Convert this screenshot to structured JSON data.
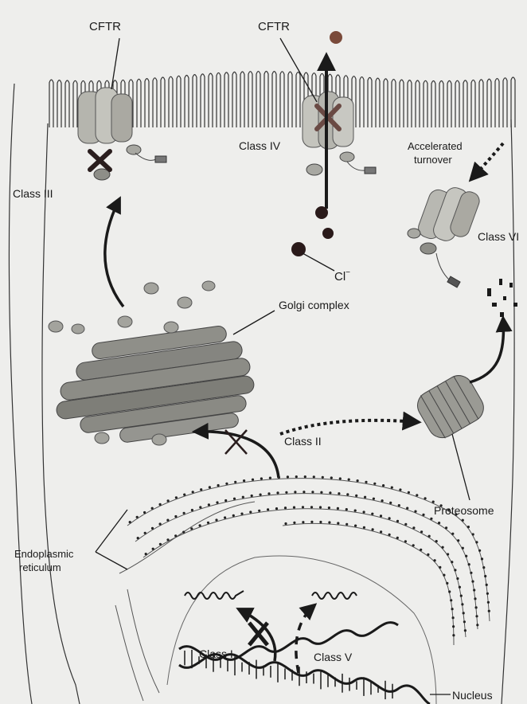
{
  "labels": {
    "cftr_left": "CFTR",
    "cftr_center": "CFTR",
    "class_iii": "Class III",
    "class_iv": "Class IV",
    "accelerated_turnover_1": "Accelerated",
    "accelerated_turnover_2": "turnover",
    "class_vi": "Class VI",
    "chloride": "Cl",
    "chloride_sup": "−",
    "golgi": "Golgi complex",
    "class_ii": "Class II",
    "proteosome": "Proteosome",
    "er_1": "Endoplasmic",
    "er_2": "reticulum",
    "class_i": "Class I",
    "class_v": "Class V",
    "nucleus": "Nucleus"
  },
  "colors": {
    "background": "#eeeeec",
    "line": "#1a1a1a",
    "protein_fill": "#b8b8b2",
    "protein_dark": "#8e8e88",
    "golgi_fill": "#8a8a84",
    "chloride_ion": "#2a1a1a",
    "ion_top": "#7a4a3a"
  }
}
